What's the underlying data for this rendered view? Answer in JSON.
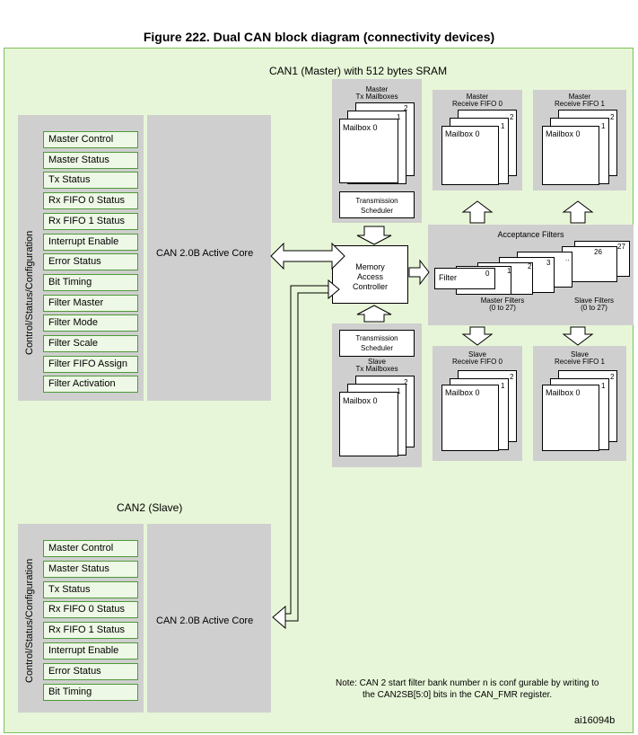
{
  "title": "Figure 222. Dual CAN block diagram (connectivity devices)",
  "can1": {
    "title": "CAN1 (Master) with 512 bytes SRAM",
    "side_label": "Control/Status/Configuration",
    "core_label": "CAN 2.0B Active Core",
    "registers": [
      "Master Control",
      "Master Status",
      "Tx Status",
      "Rx FIFO 0 Status",
      "Rx FIFO 1 Status",
      "Interrupt Enable",
      "Error Status",
      "Bit Timing",
      "Filter Master",
      "Filter Mode",
      "Filter Scale",
      "Filter FIFO Assign",
      "Filter Activation"
    ]
  },
  "can2": {
    "title": "CAN2 (Slave)",
    "side_label": "Control/Status/Configuration",
    "core_label": "CAN 2.0B Active Core",
    "registers": [
      "Master Control",
      "Master Status",
      "Tx Status",
      "Rx FIFO 0 Status",
      "Rx FIFO 1 Status",
      "Interrupt Enable",
      "Error Status",
      "Bit Timing"
    ]
  },
  "master_tx": {
    "title_line1": "Master",
    "title_line2": "Tx Mailboxes",
    "mailbox": "Mailbox 0",
    "n1": "1",
    "n2": "2",
    "scheduler_line1": "Transmission",
    "scheduler_line2": "Scheduler"
  },
  "slave_tx": {
    "title_line1": "Slave",
    "title_line2": "Tx Mailboxes",
    "mailbox": "Mailbox 0",
    "n1": "1",
    "n2": "2",
    "scheduler_line1": "Transmission",
    "scheduler_line2": "Scheduler"
  },
  "mac": {
    "line1": "Memory",
    "line2": "Access",
    "line3": "Controller"
  },
  "master_fifo0": {
    "line1": "Master",
    "line2": "Receive FIFO 0",
    "mailbox": "Mailbox 0",
    "n1": "1",
    "n2": "2"
  },
  "master_fifo1": {
    "line1": "Master",
    "line2": "Receive FIFO 1",
    "mailbox": "Mailbox 0",
    "n1": "1",
    "n2": "2"
  },
  "slave_fifo0": {
    "line1": "Slave",
    "line2": "Receive FIFO 0",
    "mailbox": "Mailbox 0",
    "n1": "1",
    "n2": "2"
  },
  "slave_fifo1": {
    "line1": "Slave",
    "line2": "Receive FIFO 1",
    "mailbox": "Mailbox 0",
    "n1": "1",
    "n2": "2"
  },
  "acceptance": {
    "title": "Acceptance Filters",
    "filter_label": "Filter",
    "numbers": [
      "0",
      "1",
      "2",
      "3",
      "..",
      "26",
      "27"
    ],
    "master_filters_line1": "Master Filters",
    "master_filters_line2": "(0 to 27)",
    "slave_filters_line1": "Slave Filters",
    "slave_filters_line2": "(0 to 27)"
  },
  "note": {
    "line1": "Note:  CAN 2 start filter bank number n is conf gurable by writing to",
    "line2": "the CAN2SB[5:0] bits in the CAN_FMR register."
  },
  "id": "ai16094b"
}
